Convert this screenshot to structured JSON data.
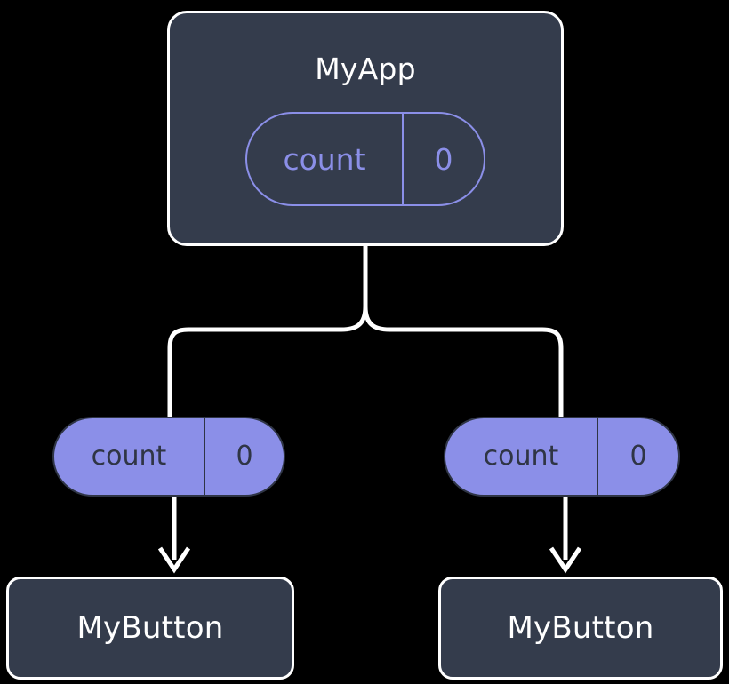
{
  "diagram": {
    "title_text": "MyApp",
    "background_color": "#000000",
    "box_fill_color": "#343c4c",
    "box_border_color": "#ffffff",
    "accent_color": "#8b8fe8",
    "pill_text_color": "#2f3545",
    "connector_color": "#ffffff",
    "root": {
      "label": "MyApp",
      "state_pill": {
        "key": "count",
        "value": "0"
      }
    },
    "state_pills": [
      {
        "key": "count",
        "value": "0"
      },
      {
        "key": "count",
        "value": "0"
      }
    ],
    "children": [
      {
        "label": "MyButton"
      },
      {
        "label": "MyButton"
      }
    ]
  }
}
